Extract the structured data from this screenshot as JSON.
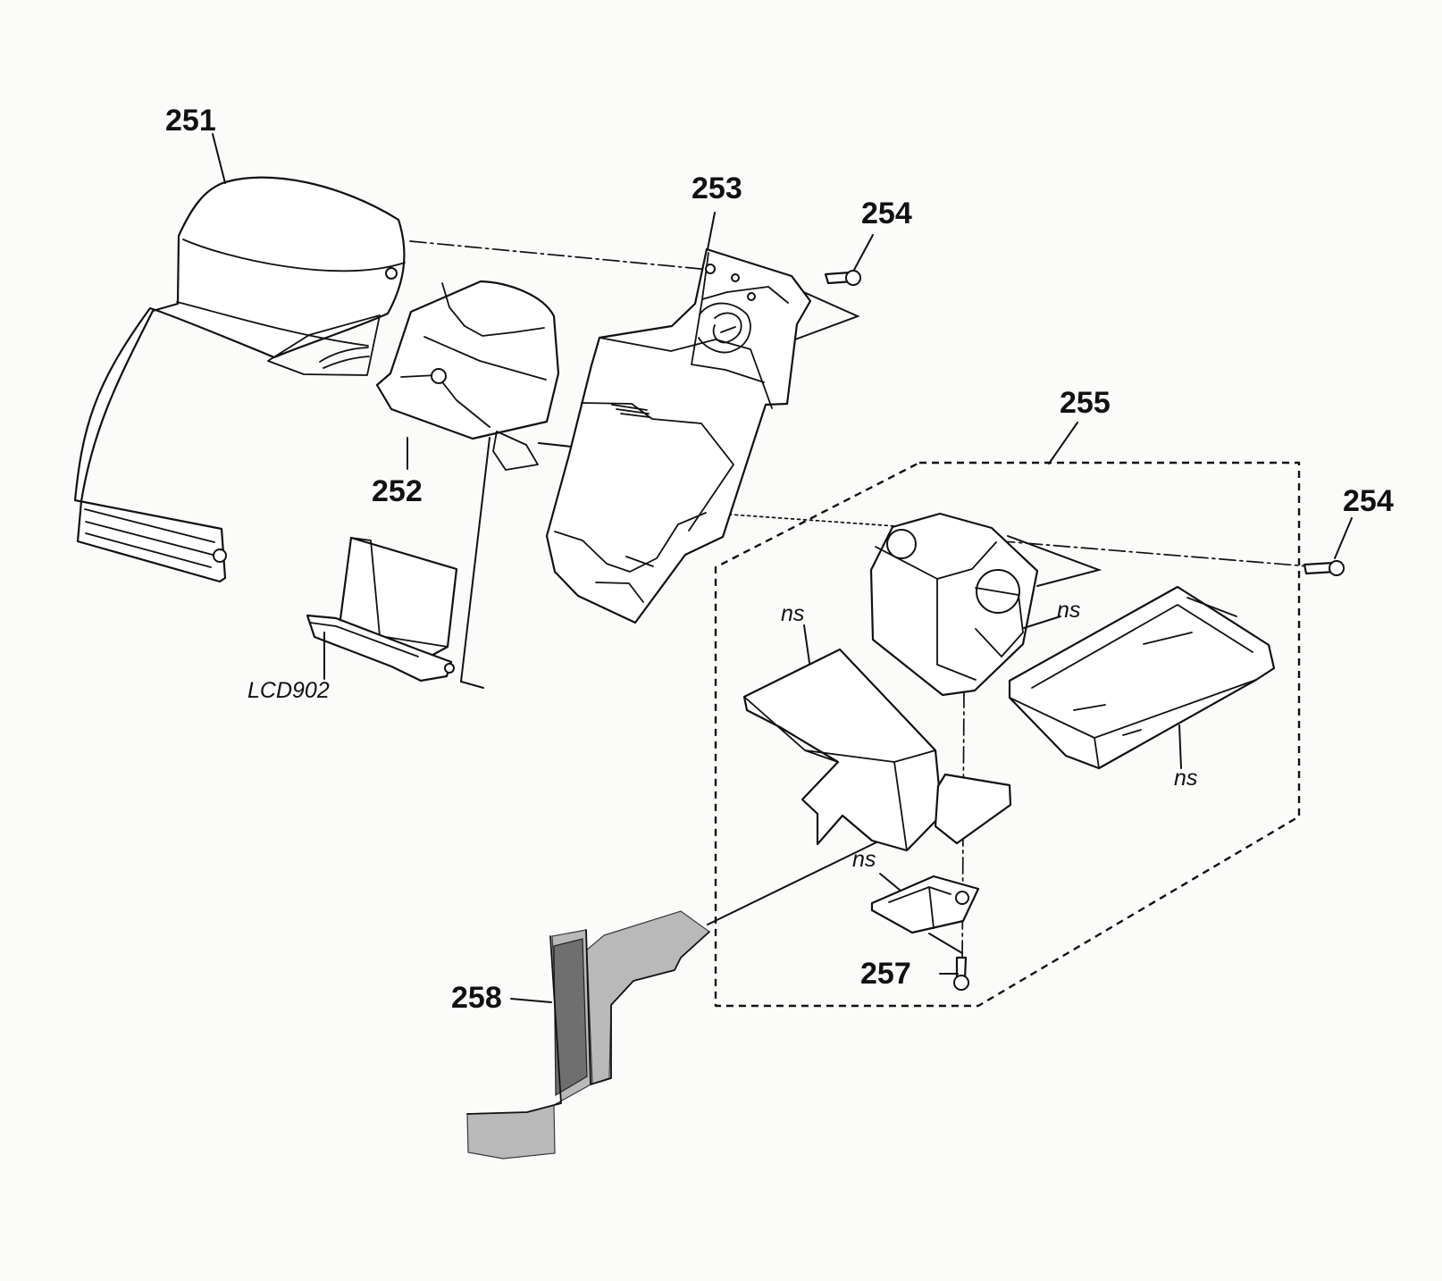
{
  "diagram": {
    "callouts": [
      {
        "id": "part-251",
        "text": "251"
      },
      {
        "id": "part-252",
        "text": "252"
      },
      {
        "id": "part-253",
        "text": "253"
      },
      {
        "id": "part-254-top",
        "text": "254"
      },
      {
        "id": "part-255",
        "text": "255"
      },
      {
        "id": "part-254-right",
        "text": "254"
      },
      {
        "id": "part-257",
        "text": "257"
      },
      {
        "id": "part-258",
        "text": "258"
      }
    ],
    "italic_labels": [
      {
        "id": "lcd902-label",
        "text": "LCD902"
      },
      {
        "id": "ns-label-1",
        "text": "ns"
      },
      {
        "id": "ns-label-2",
        "text": "ns"
      },
      {
        "id": "ns-label-3",
        "text": "ns"
      },
      {
        "id": "ns-label-4",
        "text": "ns"
      }
    ],
    "colors": {
      "ink": "#111111",
      "gray": "#b9b9b9",
      "paper": "#fbfbf9"
    }
  }
}
